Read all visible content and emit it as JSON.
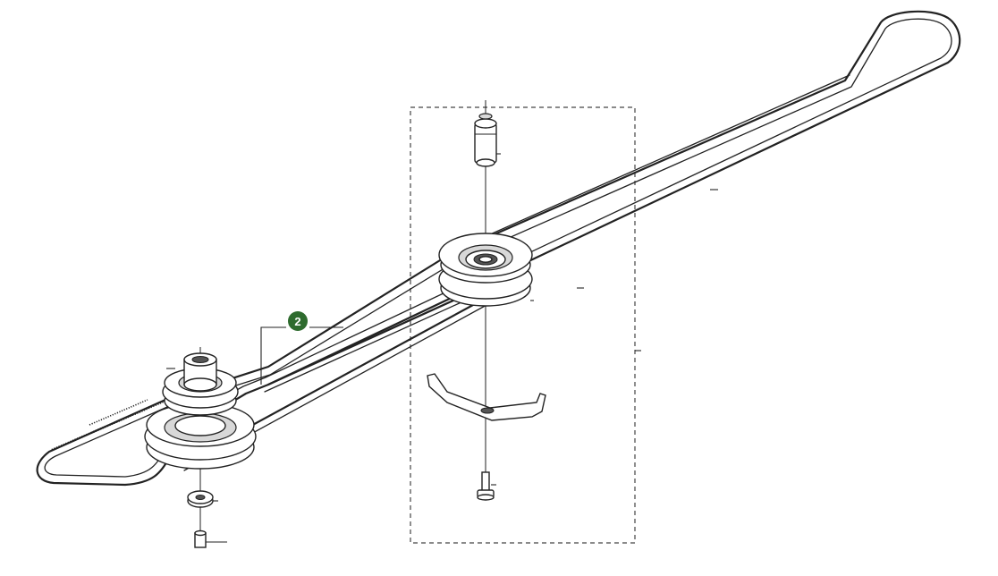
{
  "callout": {
    "number": "2",
    "color": "#2e6b2e"
  },
  "parts": [
    {
      "name": "drive-belt"
    },
    {
      "name": "idler-pulley"
    },
    {
      "name": "idler-bolt"
    },
    {
      "name": "idler-spacer"
    },
    {
      "name": "belt-guide-bracket"
    },
    {
      "name": "bracket-screw"
    },
    {
      "name": "engine-pulley-stack"
    },
    {
      "name": "washer"
    },
    {
      "name": "engine-pulley-bolt"
    }
  ]
}
